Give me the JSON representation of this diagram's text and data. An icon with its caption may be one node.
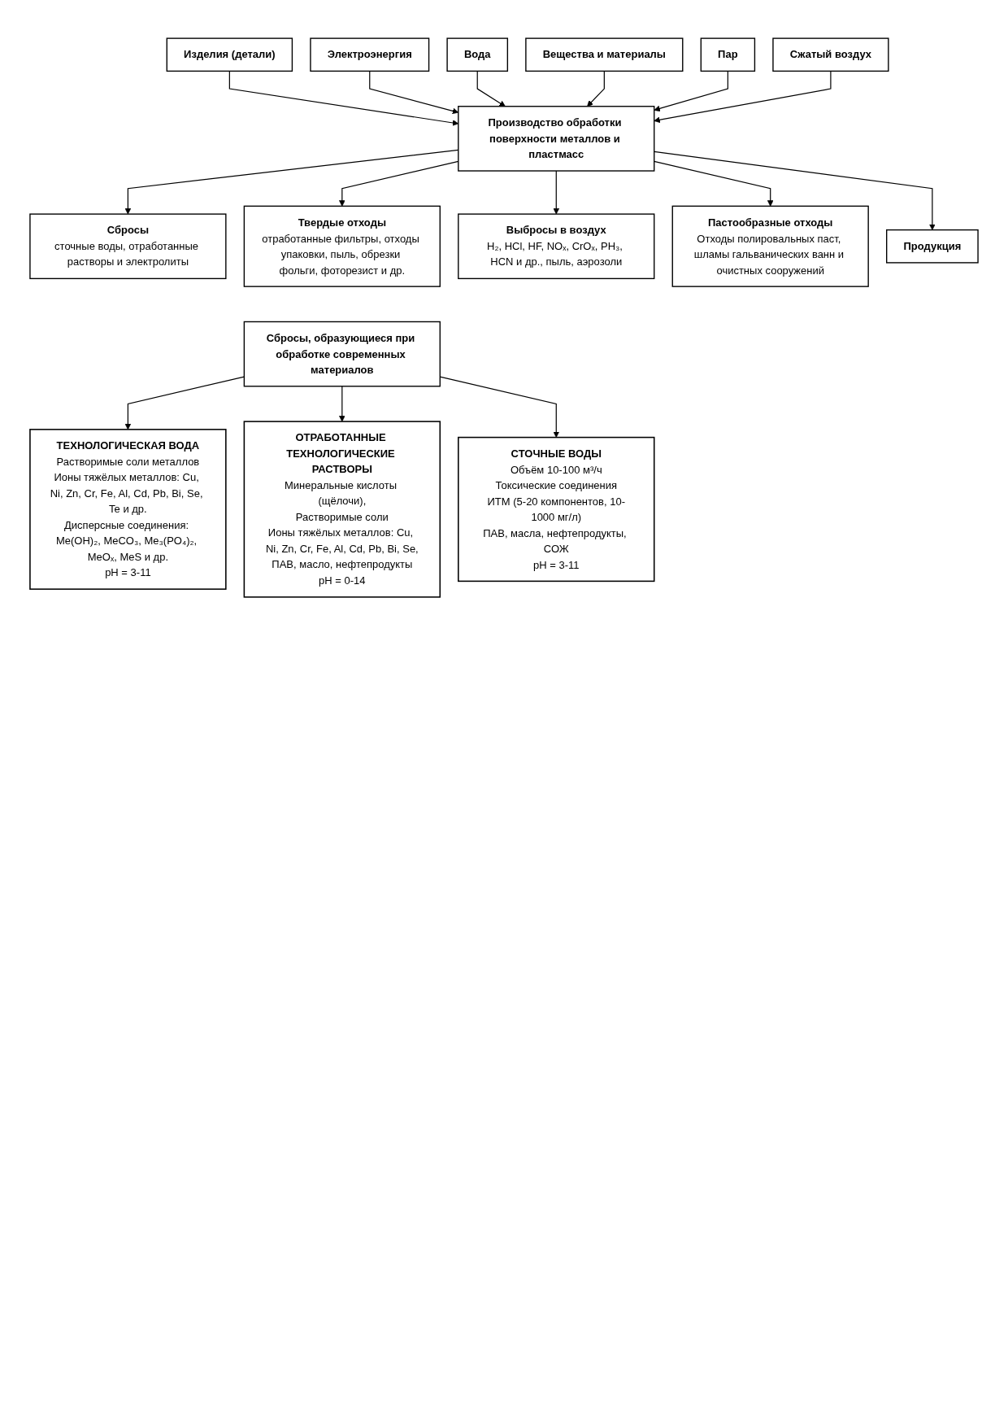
{
  "diagram": {
    "nodes": [
      {
        "text": [
          "Вещества и материалы"
        ]
      },
      {
        "text": [
          "Электроэнергия"
        ]
      },
      {
        "text": [
          "Сжатый воздух"
        ]
      },
      {
        "text": [
          "Вода"
        ]
      },
      {
        "text": [
          "Пар"
        ]
      },
      {
        "text": [
          "Изделия (детали)"
        ]
      },
      {
        "text": [
          "Производство обработки поверхности металлов и пластмасс"
        ]
      },
      {
        "text": [
          "Продукция"
        ]
      },
      {
        "text": [
          "Сбросы",
          "сточные воды, отработанные растворы и электролиты"
        ]
      },
      {
        "text": [
          "Твердые отходы",
          "отработанные фильтры, отходы упаковки, пыль, обрезки фольги, фоторезист и др."
        ]
      },
      {
        "text": [
          "Выбросы в воздух",
          "H₂, HCl, HF, NOₓ, CrOₓ, PH₃, HCN и др., пыль, аэрозоли"
        ]
      },
      {
        "text": [
          "Пастообразные отходы",
          "Отходы полировальных паст, шламы гальванических ванн и очистных сооружений"
        ]
      },
      {
        "text": [
          "Сбросы, образующиеся при обработке современных материалов"
        ]
      },
      {
        "text": [
          "ТЕХНОЛОГИЧЕСКАЯ ВОДА",
          "Растворимые соли металлов",
          "Ионы тяжёлых металлов: Cu, Ni, Zn, Cr, Fe, Al, Cd, Pb, Bi, Se, Te и др.",
          "Дисперсные соединения: Me(OH)₂, MeCO₃, Me₃(PO₄)₂, MeOₓ, MeS и др.",
          "pH = 3-11"
        ]
      },
      {
        "text": [
          "ОТРАБОТАННЫЕ ТЕХНОЛОГИЧЕСКИЕ РАСТВОРЫ",
          "Минеральные кислоты (щёлочи),",
          "Растворимые соли",
          "Ионы тяжёлых металлов: Cu, Ni, Zn, Cr, Fe, Al, Cd, Pb, Bi, Se,",
          "ПАВ, масло, нефтепродукты",
          "pH = 0-14"
        ]
      },
      {
        "text": [
          "СТОЧНЫЕ ВОДЫ",
          "Объём 10-100 м³/ч",
          "Токсические соединения",
          "ИТМ (5-20 компонентов, 10-1000 мг/л)",
          "ПАВ, масла, нефтепродукты, СОЖ",
          "pH = 3-11"
        ]
      }
    ],
    "edges": [
      {
        "from": 5,
        "to": 6,
        "arrow": "to"
      },
      {
        "from": 1,
        "to": 6,
        "arrow": "to"
      },
      {
        "from": 3,
        "to": 6,
        "arrow": "to"
      },
      {
        "from": 0,
        "to": 6,
        "arrow": "to"
      },
      {
        "from": 4,
        "to": 6,
        "arrow": "to"
      },
      {
        "from": 2,
        "to": 6,
        "arrow": "to"
      },
      {
        "from": 6,
        "to": 7,
        "arrow": "to"
      },
      {
        "from": 6,
        "to": 8,
        "arrow": "to"
      },
      {
        "from": 6,
        "to": 9,
        "arrow": "to"
      },
      {
        "from": 6,
        "to": 10,
        "arrow": "to"
      },
      {
        "from": 6,
        "to": 11,
        "arrow": "to"
      },
      {
        "from": 12,
        "to": 13,
        "arrow": "to"
      },
      {
        "from": 12,
        "to": 14,
        "arrow": "to"
      },
      {
        "from": 12,
        "to": 15,
        "arrow": "to"
      }
    ]
  }
}
